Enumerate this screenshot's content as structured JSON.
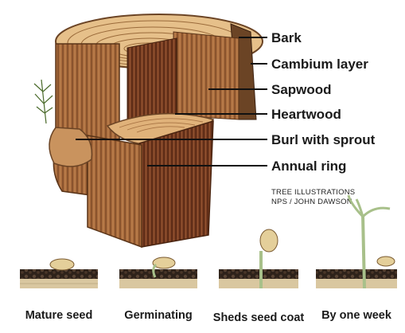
{
  "labels": {
    "bark": "Bark",
    "cambium": "Cambium layer",
    "sapwood": "Sapwood",
    "heartwood": "Heartwood",
    "burl": "Burl with sprout",
    "annual_ring": "Annual ring"
  },
  "credit": {
    "line1": "TREE ILLUSTRATIONS",
    "line2": "NPS / JOHN DAWSON"
  },
  "stages": [
    {
      "caption": "Mature seed"
    },
    {
      "caption": "Germinating"
    },
    {
      "caption": "Sheds seed coat"
    },
    {
      "caption": "By one week"
    }
  ],
  "colors": {
    "bark": "#6b4425",
    "sapwood": "#d4a26a",
    "heartwood": "#8a4a2a",
    "soil": "#3a2a20",
    "sand": "#d9c7a0",
    "seedling": "#a8c08a"
  }
}
